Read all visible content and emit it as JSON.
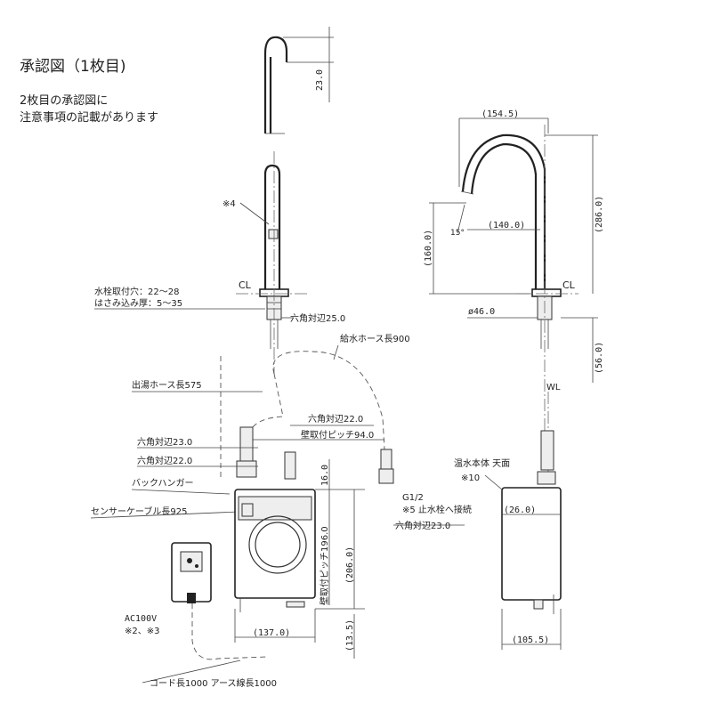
{
  "header": {
    "title": "承認図（1枚目)",
    "note_line1": "2枚目の承認図に",
    "note_line2": "注意事項の記載があります"
  },
  "front_view": {
    "dim_top": "23.0",
    "note_4": "※4",
    "hole_spec": "水栓取付穴：22～28",
    "clamp_spec": "はさみ込み厚：5～35",
    "cl": "CL",
    "hex_25": "六角対辺25.0"
  },
  "side_view": {
    "dim_width": "(154.5)",
    "dim_height": "(286.0)",
    "dim_reach": "(140.0)",
    "dim_spout": "(160.0)",
    "angle": "15°",
    "cl": "CL",
    "dia": "ø46.0",
    "dim_below": "(56.0)"
  },
  "hoses": {
    "supply_hose": "給水ホース長900",
    "hot_hose": "出湯ホース長575",
    "hex_22_upper": "六角対辺22.0",
    "wall_pitch": "壁取付ピッチ94.0",
    "hex_23": "六角対辺23.0",
    "hex_22_lower": "六角対辺22.0",
    "back_hanger": "バックハンガー",
    "sensor_cable": "センサーケーブル長925",
    "g12": "G1/2",
    "note_5": "※5 止水栓へ接続",
    "hex_23_right": "六角対辺23.0"
  },
  "heater": {
    "dim_16": "16.0",
    "dim_196": "壁取付ピッチ196.0",
    "dim_206": "(206.0)",
    "dim_137": "(137.0)",
    "dim_135": "(13.5)",
    "ac": "AC100V",
    "note_23": "※2、※3",
    "cord": "コード長1000 アース線長1000"
  },
  "heater_side": {
    "wl": "WL",
    "body_top": "温水本体 天面",
    "note_10": "※10",
    "dim_26": "(26.0)",
    "dim_105": "(105.5)"
  }
}
